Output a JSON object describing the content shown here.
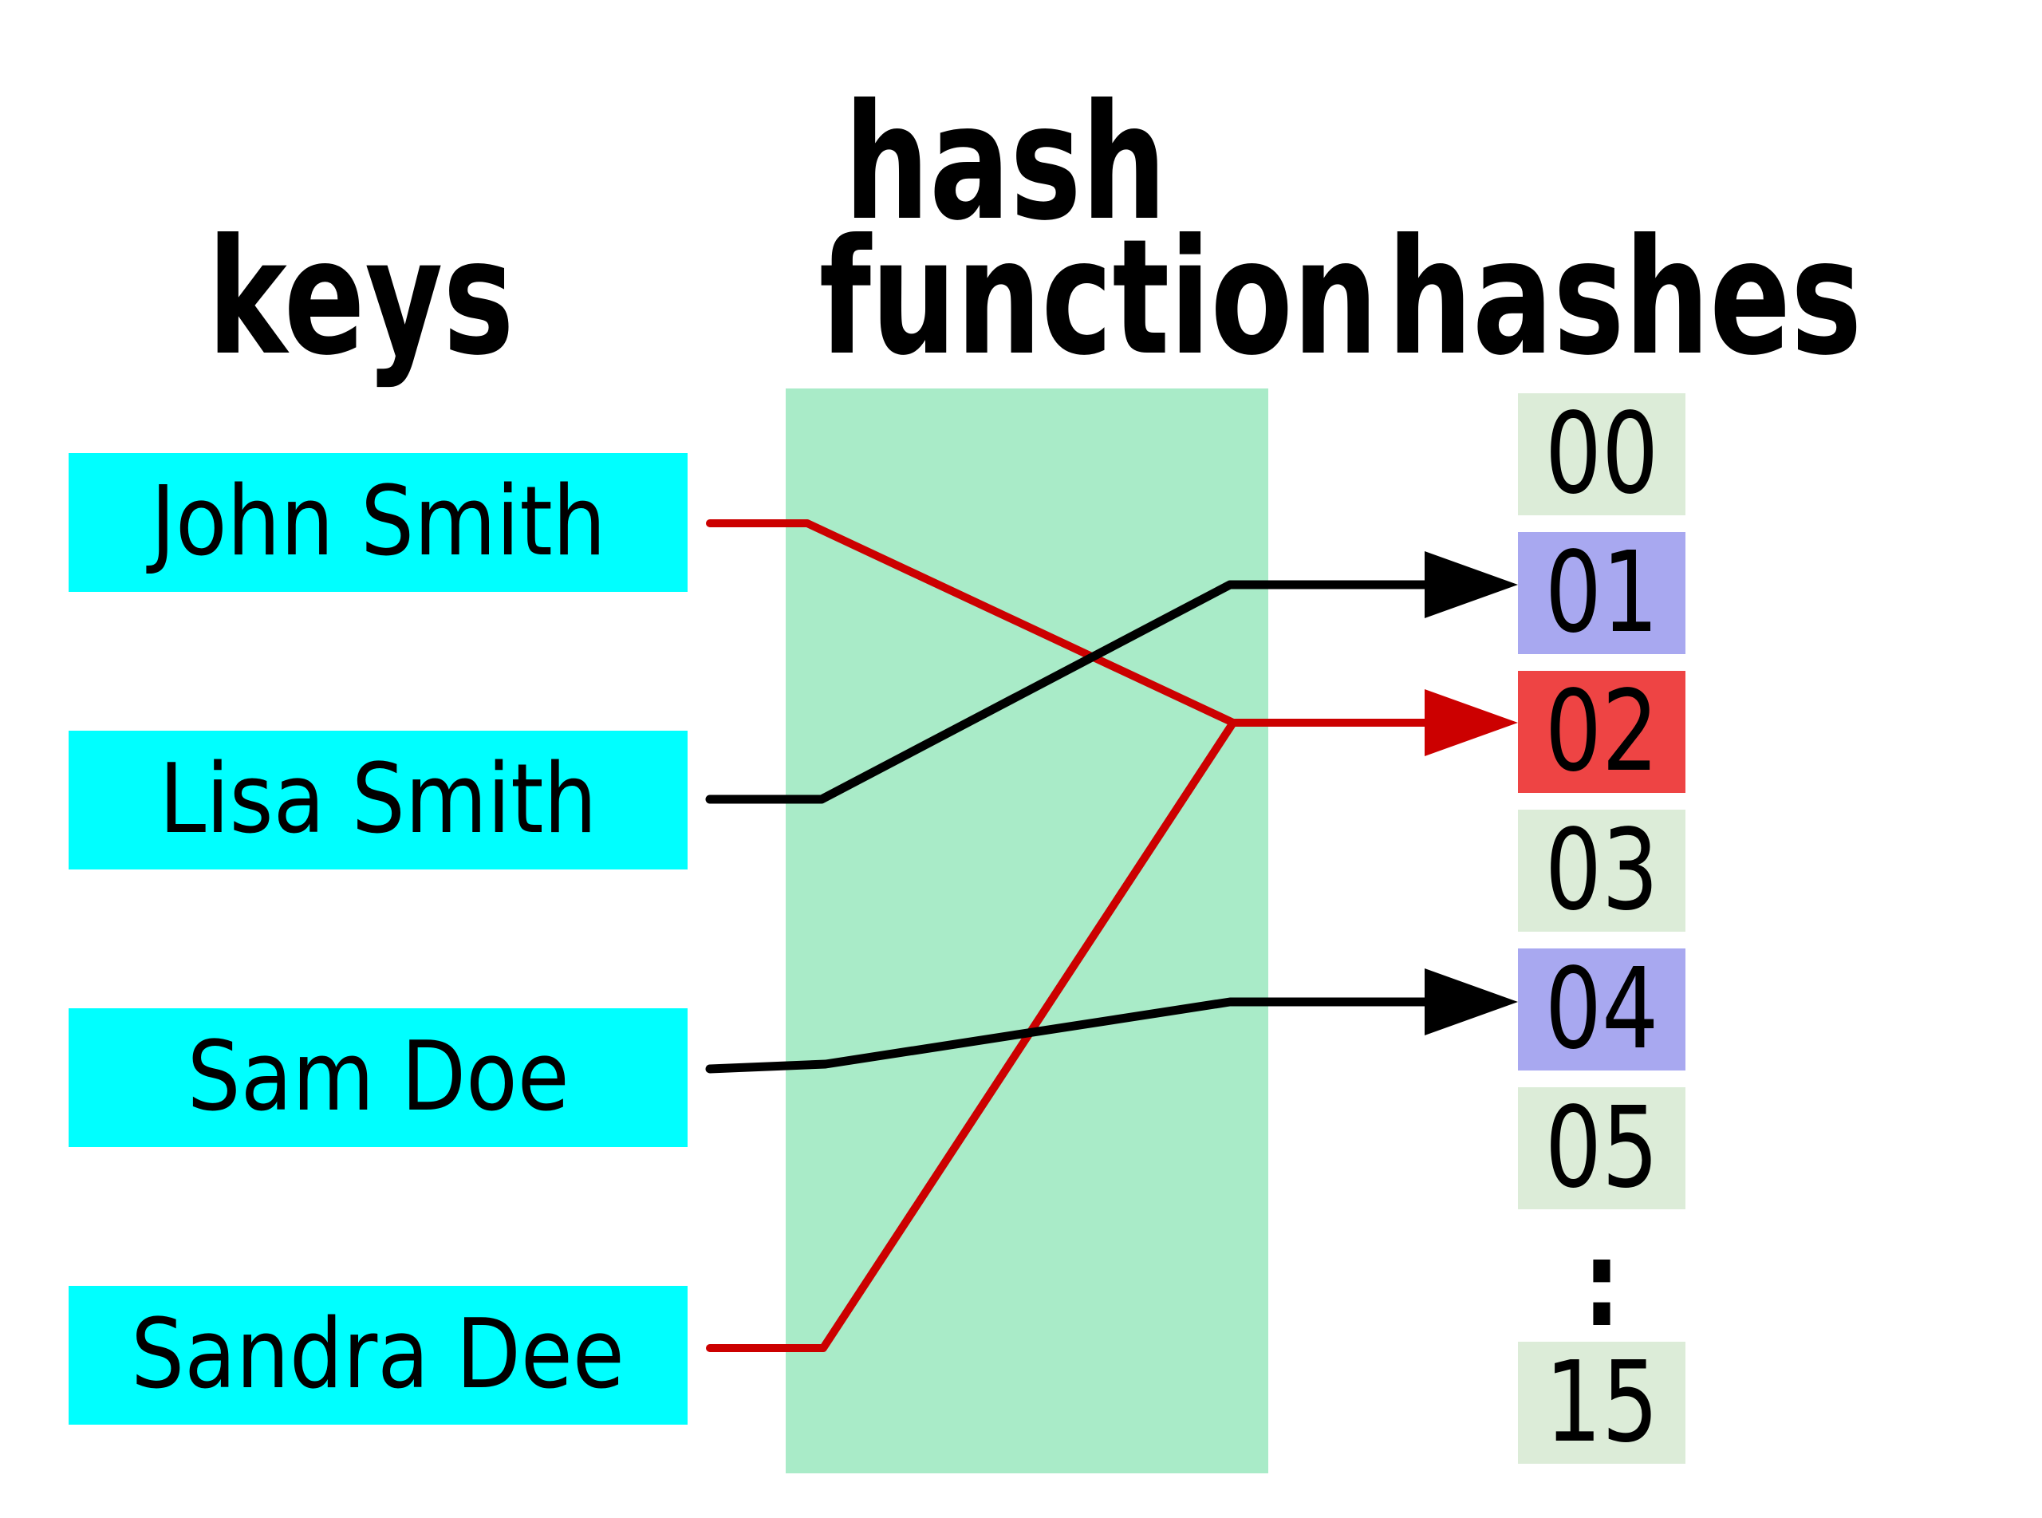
{
  "headers": {
    "keys": "keys",
    "hash_function_line1": "hash",
    "hash_function_line2": "function",
    "hashes": "hashes"
  },
  "keys": [
    {
      "label": "John Smith"
    },
    {
      "label": "Lisa Smith"
    },
    {
      "label": "Sam Doe"
    },
    {
      "label": "Sandra Dee"
    }
  ],
  "hash_slots": [
    {
      "label": "00",
      "variant": "default"
    },
    {
      "label": "01",
      "variant": "mapped"
    },
    {
      "label": "02",
      "variant": "collision"
    },
    {
      "label": "03",
      "variant": "default"
    },
    {
      "label": "04",
      "variant": "mapped"
    },
    {
      "label": "05",
      "variant": "default"
    },
    {
      "label": ":",
      "variant": "ellipsis"
    },
    {
      "label": "15",
      "variant": "default"
    }
  ],
  "mappings": [
    {
      "from": "John Smith",
      "to": "02",
      "line_color": "red"
    },
    {
      "from": "Lisa Smith",
      "to": "01",
      "line_color": "black"
    },
    {
      "from": "Sam Doe",
      "to": "04",
      "line_color": "black"
    },
    {
      "from": "Sandra Dee",
      "to": "02",
      "line_color": "red"
    }
  ],
  "colors": {
    "key_box": "#00ffff",
    "function_band": "#a9ebc8",
    "slot_default": "#dcecd8",
    "slot_mapped": "#a8a8f0",
    "slot_collision": "#ee4444",
    "line_black": "#000000",
    "line_red": "#cc0000"
  }
}
